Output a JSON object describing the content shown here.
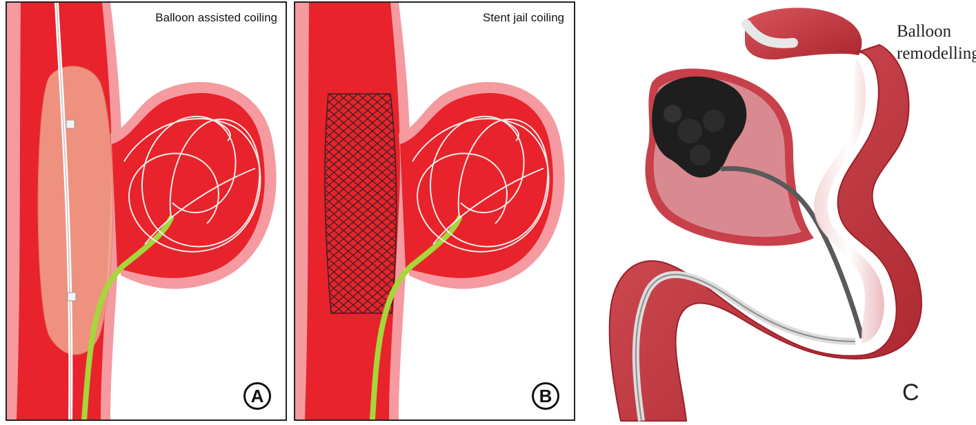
{
  "panels": {
    "a": {
      "caption": "Balloon assisted coiling",
      "badge": "A"
    },
    "b": {
      "caption": "Stent jail coiling",
      "badge": "B"
    },
    "c": {
      "caption_line1": "Balloon",
      "caption_line2": "remodelling",
      "letter": "C"
    }
  },
  "colors": {
    "vessel_red": "#e8232b",
    "vessel_dark_edge": "#b3121b",
    "vessel_wall_pink": "#f59aa0",
    "microcatheter_green": "#a6d63a",
    "coil_white": "#f3eaea",
    "balloon_pink": "#f1a58e",
    "stent_mesh": "#3a2026",
    "coil_mass_black": "#1e1e1e"
  }
}
